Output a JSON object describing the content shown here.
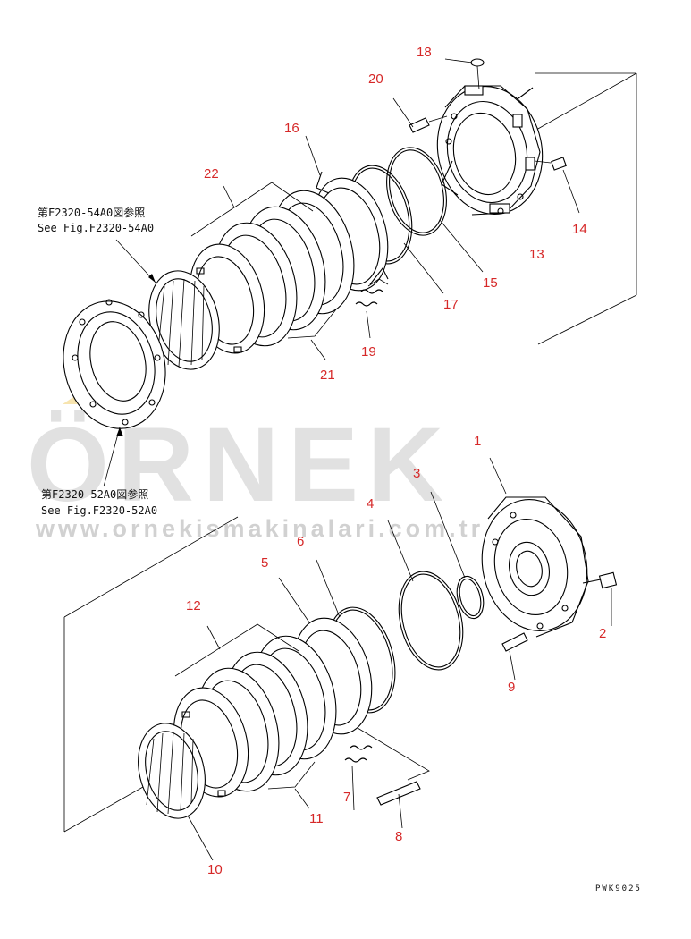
{
  "references": {
    "upper_jp": "第F2320-54A0図参照",
    "upper_en": "See Fig.F2320-54A0",
    "lower_jp": "第F2320-52A0図参照",
    "lower_en": "See Fig.F2320-52A0"
  },
  "watermark": {
    "brand": "ÖRNEK",
    "url": "www.ornekismakinalari.com.tr"
  },
  "drawing_code": "PWK9025",
  "callouts": [
    "1",
    "2",
    "3",
    "4",
    "5",
    "6",
    "7",
    "8",
    "9",
    "10",
    "11",
    "12",
    "13",
    "14",
    "15",
    "16",
    "17",
    "18",
    "19",
    "20",
    "21",
    "22"
  ],
  "colors": {
    "callout": "#d62828",
    "line": "#000000",
    "watermark": "#c9c9c9"
  }
}
